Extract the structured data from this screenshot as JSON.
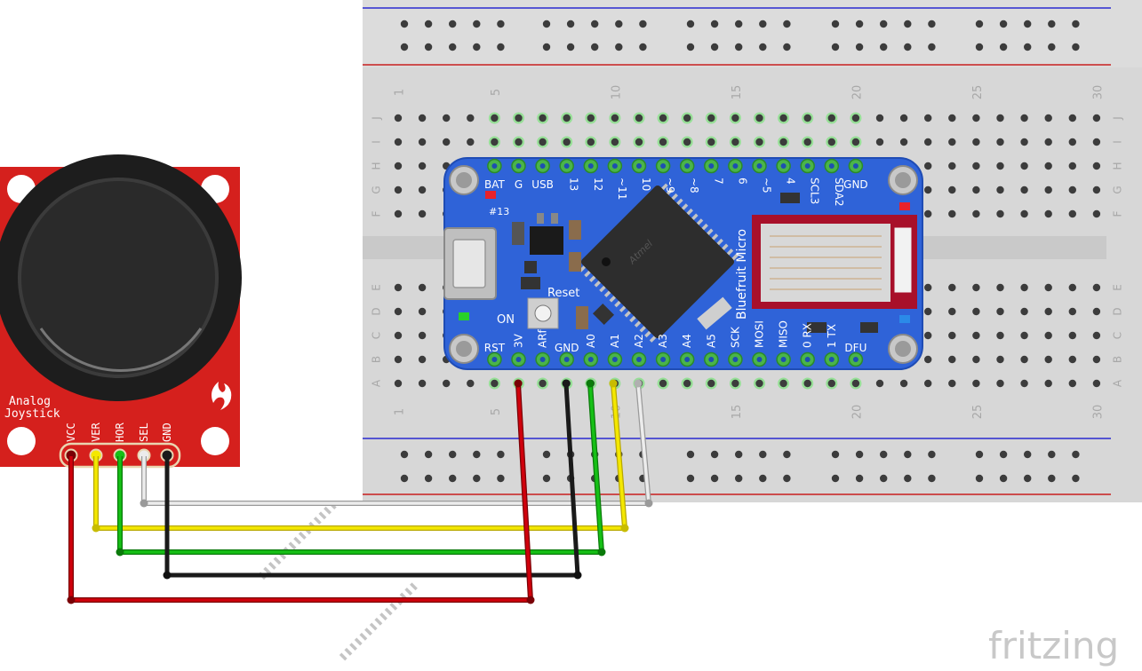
{
  "breadboard": {
    "row_labels": [
      "J",
      "I",
      "H",
      "G",
      "F",
      "E",
      "D",
      "C",
      "B",
      "A"
    ],
    "column_numbers": [
      "1",
      "5",
      "10",
      "15",
      "20",
      "25",
      "30"
    ]
  },
  "feather": {
    "board_name": "Bluefruit Micro",
    "top_pins": [
      "BAT",
      "G",
      "USB",
      "13",
      "12",
      "~11",
      "10",
      "~9",
      "~8",
      "7",
      "6",
      "~5",
      "4",
      "SCL3",
      "SDA2",
      "GND"
    ],
    "bottom_pins": [
      "RST",
      "3V",
      "ARf",
      "GND",
      "A0",
      "A1",
      "A2",
      "A3",
      "A4",
      "A5",
      "SCK",
      "MOSI",
      "MISO",
      "0 RX",
      "1 TX",
      "DFU"
    ],
    "led_label": "#13",
    "on_label": "ON",
    "reset_label": "Reset",
    "chip_brand": "Atmel"
  },
  "joystick": {
    "title_line1": "Analog",
    "title_line2": "Joystick",
    "pins": [
      "VCC",
      "VER",
      "HOR",
      "SEL",
      "GND"
    ]
  },
  "colors": {
    "wire_red": "#c8000a",
    "wire_black": "#1a1a1a",
    "wire_green": "#14b414",
    "wire_yellow": "#f2e600",
    "wire_white": "#e8e8e8",
    "feather_blue": "#2f63d8",
    "joystick_red": "#d5201d"
  },
  "brand": {
    "logo": "fritzing"
  }
}
